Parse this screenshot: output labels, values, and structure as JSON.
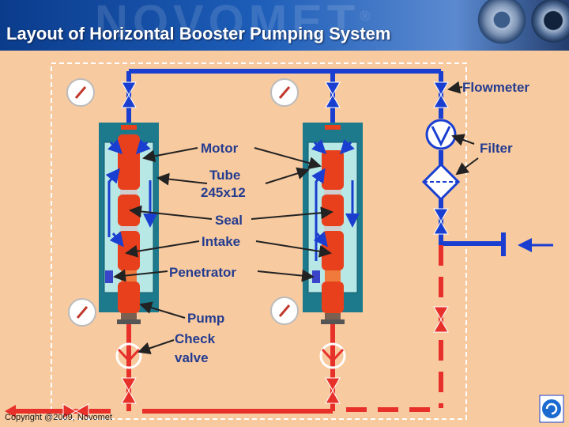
{
  "header": {
    "title": "Layout of Horizontal Booster Pumping System",
    "watermark_text": "NOVOMET",
    "registered_mark": "®"
  },
  "labels": {
    "flowmeter": "Flowmeter",
    "filter": "Filter",
    "motor": "Motor",
    "tube_line1": "Tube",
    "tube_line2": "245x12",
    "seal": "Seal",
    "intake": "Intake",
    "penetrator": "Penetrator",
    "pump": "Pump",
    "check_line1": "Check",
    "check_line2": "valve"
  },
  "footer": {
    "copyright": "Copyright @2009, Novomet",
    "logo_icon": "novomet-logo-icon"
  },
  "colors": {
    "background": "#f8caa0",
    "discharge_pipe": "#1a3fd0",
    "intake_pipe": "#e8302a",
    "housing": "#1d7a8c",
    "pump_unit": "#e8401c",
    "label_text": "#243c8f"
  }
}
